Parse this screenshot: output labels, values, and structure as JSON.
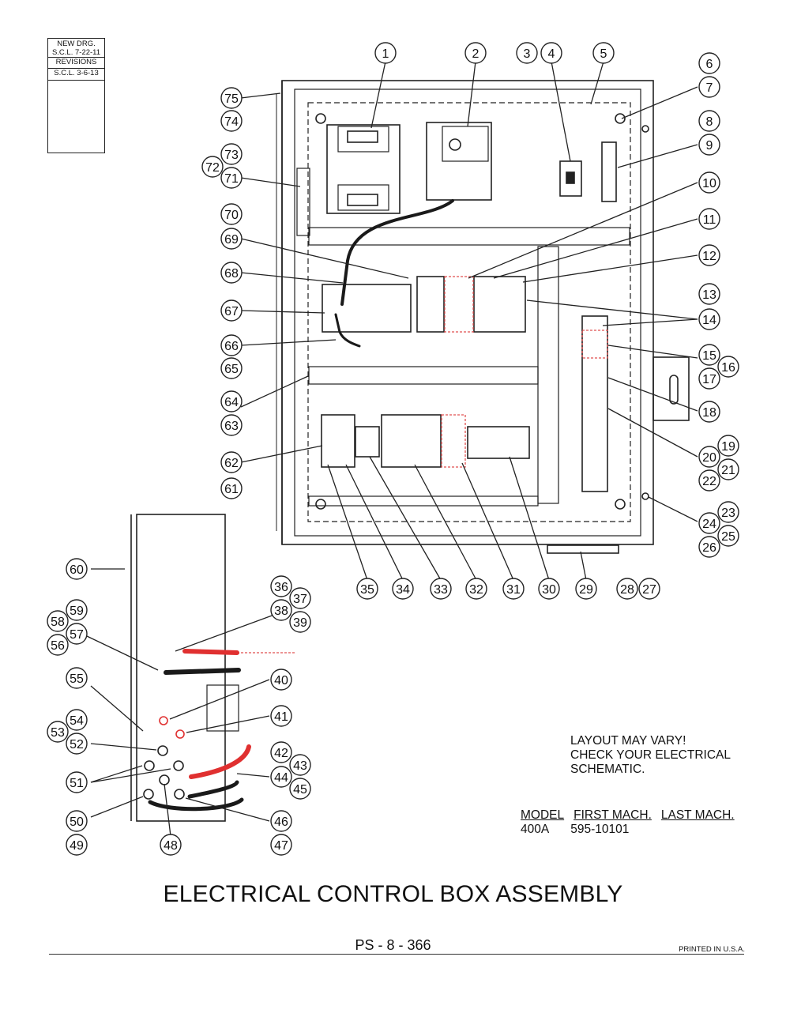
{
  "revision_box": {
    "line1": "NEW DRG.",
    "line2": "S.C.L. 7-22-11",
    "line3": "REVISIONS",
    "line4": "S.C.L. 3-6-13"
  },
  "callouts": [
    "1",
    "2",
    "3",
    "4",
    "5",
    "6",
    "7",
    "8",
    "9",
    "10",
    "11",
    "12",
    "13",
    "14",
    "15",
    "16",
    "17",
    "18",
    "19",
    "20",
    "21",
    "22",
    "23",
    "24",
    "25",
    "26",
    "27",
    "28",
    "29",
    "30",
    "31",
    "32",
    "33",
    "34",
    "35",
    "36",
    "37",
    "38",
    "39",
    "40",
    "41",
    "42",
    "43",
    "44",
    "45",
    "46",
    "47",
    "48",
    "49",
    "50",
    "51",
    "52",
    "53",
    "54",
    "55",
    "56",
    "57",
    "58",
    "59",
    "60",
    "61",
    "62",
    "63",
    "64",
    "65",
    "66",
    "67",
    "68",
    "69",
    "70",
    "71",
    "72",
    "73",
    "74",
    "75"
  ],
  "note": {
    "line1": "LAYOUT MAY VARY!",
    "line2": "CHECK YOUR ELECTRICAL",
    "line3": "SCHEMATIC."
  },
  "model_table": {
    "headers": [
      "MODEL",
      "FIRST MACH.",
      "LAST MACH."
    ],
    "row": [
      "400A",
      "595-10101",
      ""
    ]
  },
  "title": "ELECTRICAL CONTROL BOX ASSEMBLY",
  "page_number": "PS - 8 - 366",
  "printed": "PRINTED IN U.S.A.",
  "colors": {
    "line": "#222222",
    "wire_red": "#e03030",
    "wire_black": "#1a1a1a",
    "highlight_red": "#e05050"
  }
}
